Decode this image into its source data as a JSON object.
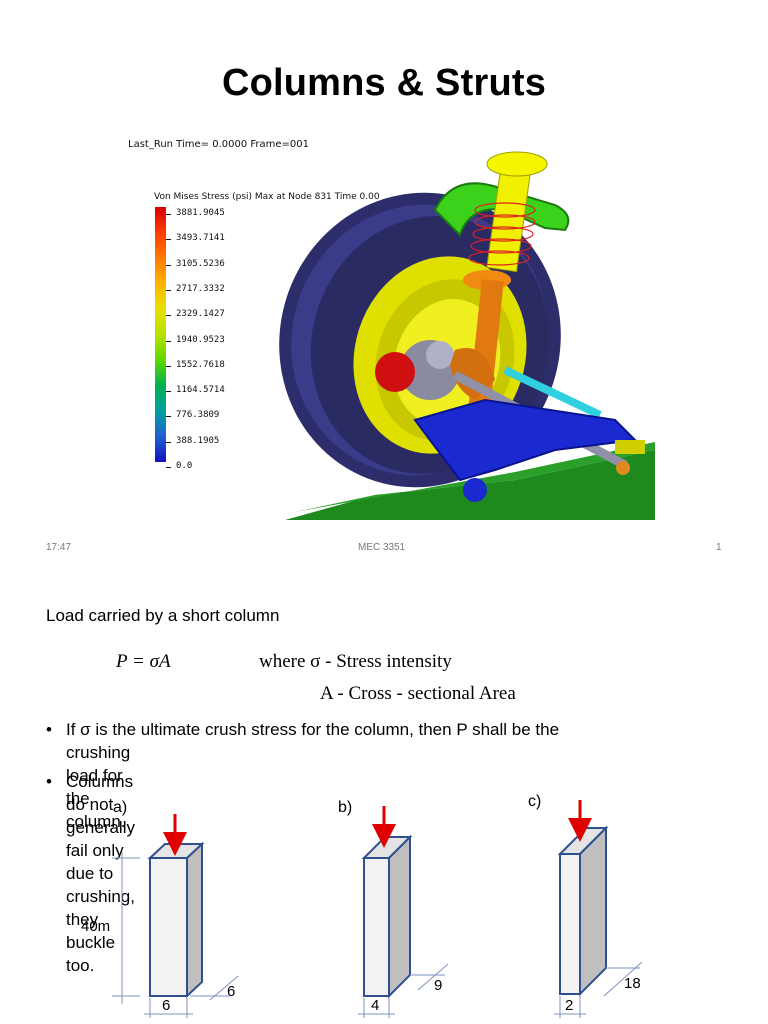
{
  "slide1": {
    "title": "Columns & Struts",
    "sim_header": "Last_Run   Time= 0.0000  Frame=001",
    "legend_title": "Von Mises Stress (psi) Max at Node 831 Time 0.00",
    "legend_values": [
      "3881.9045",
      "3493.7141",
      "3105.5236",
      "2717.3332",
      "2329.1427",
      "1940.9523",
      "1552.7618",
      "1164.5714",
      "776.3809",
      "388.1905",
      "0.0"
    ],
    "footer": {
      "time": "17:47",
      "course": "MEC 3351",
      "page": "1"
    }
  },
  "slide2": {
    "lead": "Load carried by a short column",
    "formula": {
      "equation": "P = σA",
      "where_line": "where  σ - Stress intensity",
      "area_line": "A - Cross - sectional  Area"
    },
    "bullets": [
      "If  σ  is  the  ultimate  crush  stress  for  the  column,     then  P  shall  be  the",
      "crushing load for the column.",
      "Columns do not generally fail only due to crushing, they buckle too."
    ],
    "figures": {
      "labels": [
        "a)",
        "b)",
        "c)"
      ],
      "height_label": "40m",
      "a": {
        "width": "6",
        "depth": "6"
      },
      "b": {
        "width": "4",
        "depth": "9"
      },
      "c": {
        "width": "2",
        "depth": "18"
      }
    }
  },
  "colors": {
    "load_arrow": "#e00000",
    "column_outline": "#2f4f8f",
    "dim_line": "#7a93c0"
  }
}
